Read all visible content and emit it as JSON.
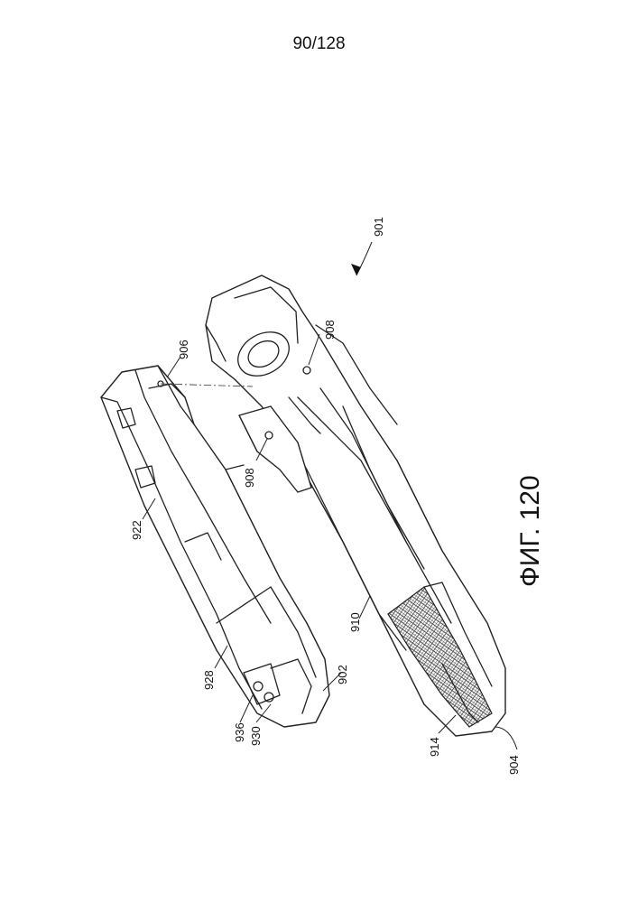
{
  "page_number": "90/128",
  "figure_label": "ФИГ. 120",
  "reference_numerals": {
    "assembly": "901",
    "anvil_pin_upper": "906",
    "pivot_hole_right": "908",
    "pivot_hole_center": "908",
    "channel": "922",
    "cartridge_body": "910",
    "upper_jaw_tip": "928",
    "anvil": "902",
    "pin_a": "936",
    "pin_b": "930",
    "staple_face": "914",
    "lower_jaw": "904"
  }
}
